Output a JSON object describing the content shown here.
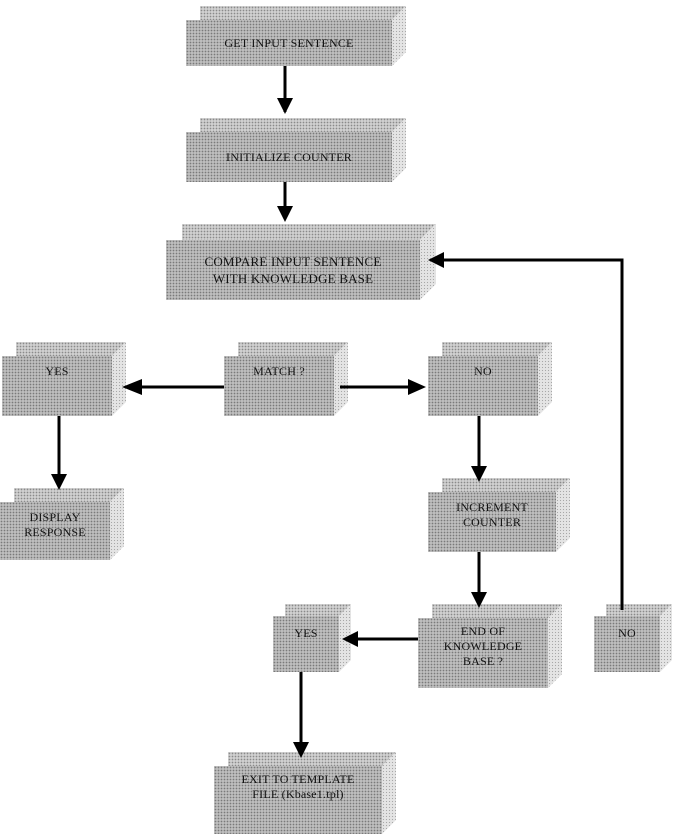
{
  "diagram": {
    "nodes": {
      "get_input": {
        "label": "GET INPUT SENTENCE"
      },
      "init_counter": {
        "label": "INITIALIZE COUNTER"
      },
      "compare": {
        "label": "COMPARE INPUT SENTENCE\nWITH KNOWLEDGE BASE"
      },
      "match": {
        "label": "MATCH ?"
      },
      "yes_match": {
        "label": "YES"
      },
      "no_match": {
        "label": "NO"
      },
      "display": {
        "label": "DISPLAY\nRESPONSE"
      },
      "increment": {
        "label": "INCREMENT\nCOUNTER"
      },
      "end_of_kb": {
        "label": "END OF\nKNOWLEDGE\nBASE ?"
      },
      "yes_end": {
        "label": "YES"
      },
      "no_end": {
        "label": "NO"
      },
      "exit": {
        "label": "EXIT TO TEMPLATE\nFILE (Kbase1.tpl)"
      }
    }
  }
}
